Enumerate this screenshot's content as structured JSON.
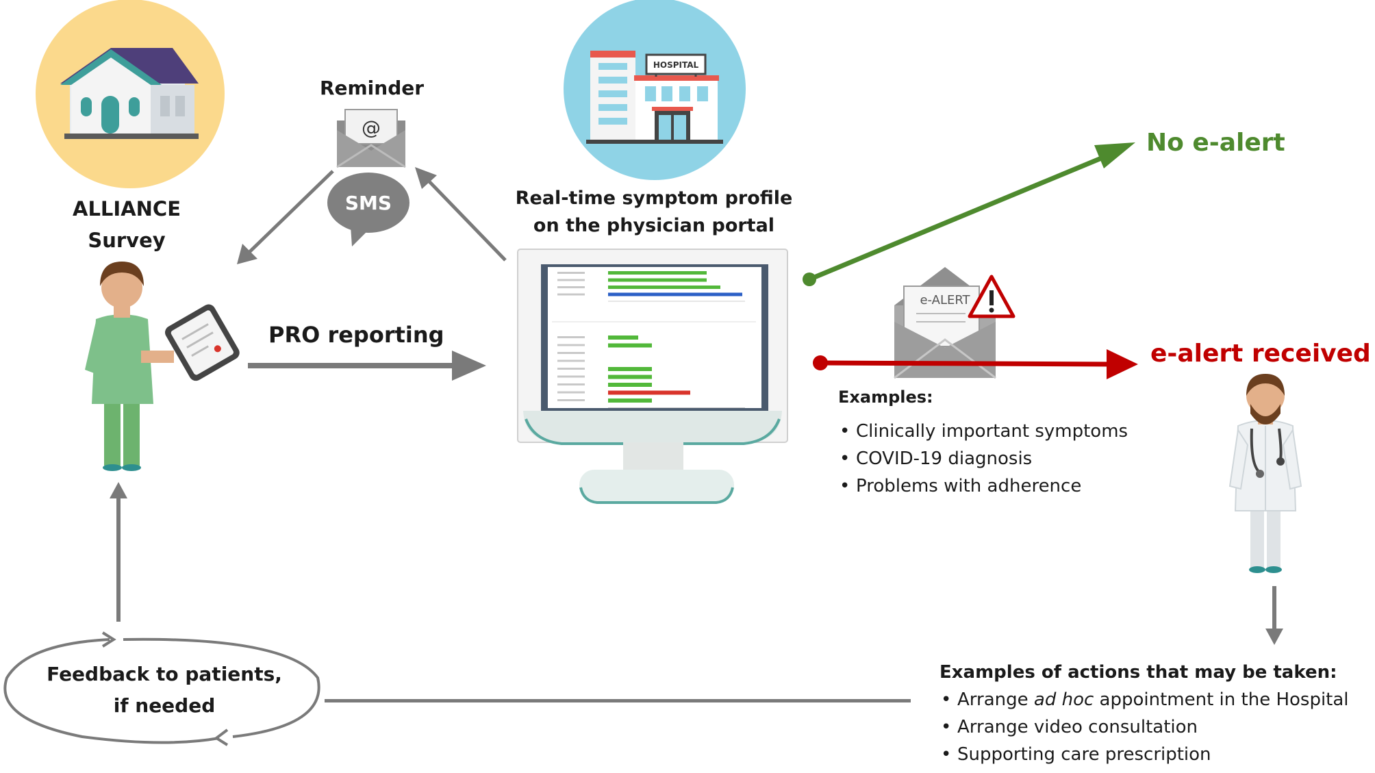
{
  "survey": {
    "title_line1": "ALLIANCE",
    "title_line2": "Survey"
  },
  "reminder": {
    "label": "Reminder",
    "sms": "SMS",
    "at_symbol": "@"
  },
  "hospital": {
    "sign": "HOSPITAL"
  },
  "portal": {
    "title_line1": "Real-time symptom profile",
    "title_line2": "on the physician portal"
  },
  "pro_reporting": "PRO reporting",
  "no_alert": "No e-alert",
  "ealert": {
    "envelope_text": "e-ALERT",
    "received": "e-alert received"
  },
  "examples": {
    "heading": "Examples:",
    "items": [
      "Clinically important symptoms",
      "COVID-19 diagnosis",
      "Problems with adherence"
    ]
  },
  "actions": {
    "heading": "Examples of actions that may be taken:",
    "items": [
      {
        "before": "Arrange ",
        "italic": "ad hoc",
        "after": " appointment in the Hospital"
      },
      {
        "text": "Arrange video consultation"
      },
      {
        "text": "Supporting care prescription"
      }
    ]
  },
  "feedback": {
    "line1": "Feedback to patients,",
    "line2": "if needed"
  },
  "colors": {
    "green": "#4e8a2e",
    "red": "#c00000",
    "grey_arrow": "#7a7a7a",
    "bar_green": "#52b83a",
    "bar_blue": "#2b5fc6",
    "bar_red": "#d9342b"
  },
  "chart_data": [
    {
      "type": "bar",
      "orientation": "horizontal",
      "values": [
        0.72,
        0.72,
        0.82,
        0.98
      ]
    },
    {
      "type": "bar",
      "orientation": "horizontal",
      "values": [
        0.22,
        0.32,
        0,
        0,
        0.32,
        0.32,
        0.32,
        0.6,
        0.32
      ],
      "highlight_index": 7
    }
  ]
}
